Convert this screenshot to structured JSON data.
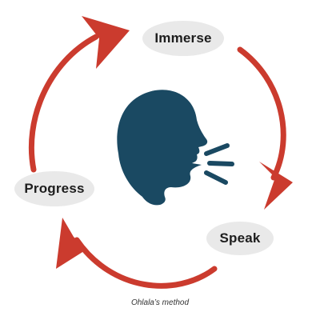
{
  "diagram": {
    "steps": {
      "immerse": "Immerse",
      "speak": "Speak",
      "progress": "Progress"
    },
    "caption": "Ohlala’s method",
    "icons": {
      "center": "speaking-head-icon",
      "arrows": "cycle-arrow-icon"
    },
    "colors": {
      "arrow": "#cb3b2e",
      "head": "#1a4962",
      "pill": "#e9e9e9",
      "text": "#1d1d1d"
    }
  }
}
